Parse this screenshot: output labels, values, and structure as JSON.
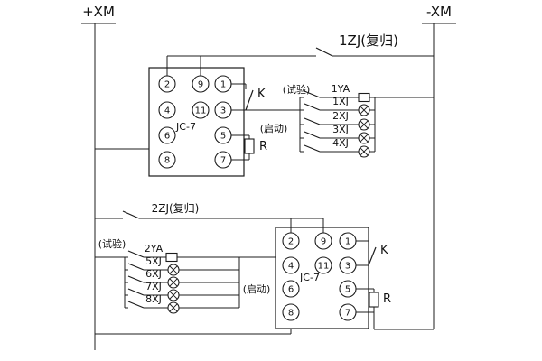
{
  "power": {
    "positive_label": "+XM",
    "negative_label": "-XM"
  },
  "relay1": {
    "model": "JC-7",
    "terminals": [
      "2",
      "9",
      "1",
      "4",
      "11",
      "3",
      "6",
      "5",
      "8",
      "7"
    ],
    "contact_label": "K",
    "resistor_label": "R",
    "reset_label": "1ZJ(复归)"
  },
  "relay2": {
    "model": "JC-7",
    "terminals": [
      "2",
      "9",
      "1",
      "4",
      "11",
      "3",
      "6",
      "5",
      "8",
      "7"
    ],
    "contact_label": "K",
    "resistor_label": "R",
    "reset_label": "2ZJ(复归)"
  },
  "test_group1": {
    "test_label": "(试验)",
    "start_label": "(启动)",
    "rows": [
      "1YA",
      "1XJ",
      "2XJ",
      "3XJ",
      "4XJ"
    ]
  },
  "test_group2": {
    "test_label": "(试验)",
    "start_label": "(启动)",
    "rows": [
      "2YA",
      "5XJ",
      "6XJ",
      "7XJ",
      "8XJ"
    ]
  }
}
